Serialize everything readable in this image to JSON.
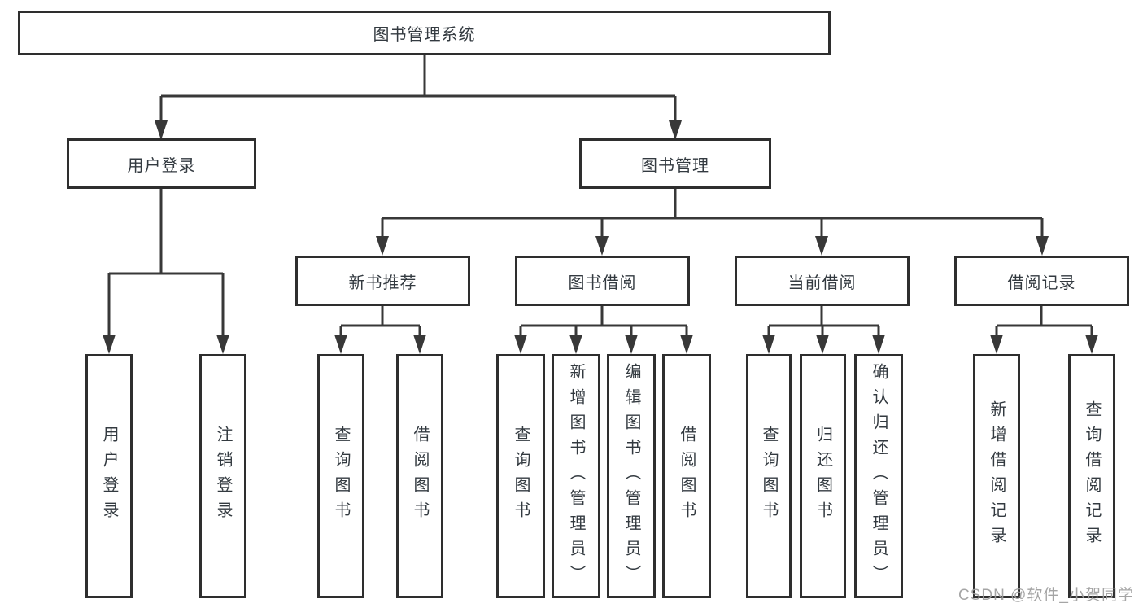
{
  "nodes": {
    "root": "图书管理系统",
    "user_login": "用户登录",
    "book_management": "图书管理",
    "new_book_recommend": "新书推荐",
    "book_borrowing": "图书借阅",
    "current_borrowing": "当前借阅",
    "borrowing_records": "借阅记录",
    "leaf_user_login": "用户登录",
    "leaf_logout": "注销登录",
    "nbr_query_books": "查询图书",
    "nbr_borrow_books": "借阅图书",
    "bb_query_books": "查询图书",
    "bb_add_books_admin": "新增图书（管理员）",
    "bb_edit_books_admin": "编辑图书（管理员）",
    "bb_borrow_books": "借阅图书",
    "cb_query_books": "查询图书",
    "cb_return_books": "归还图书",
    "cb_confirm_return_admin": "确认归还（管理员）",
    "br_add_record": "新增借阅记录",
    "br_query_record": "查询借阅记录"
  },
  "watermark": {
    "text": "CSDN @软件_小贺同学"
  },
  "colors": {
    "line": "#383838",
    "box_border": "#2e2e2e",
    "text": "#333a40",
    "watermark": "#9e9e9e",
    "background": "#ffffff"
  }
}
